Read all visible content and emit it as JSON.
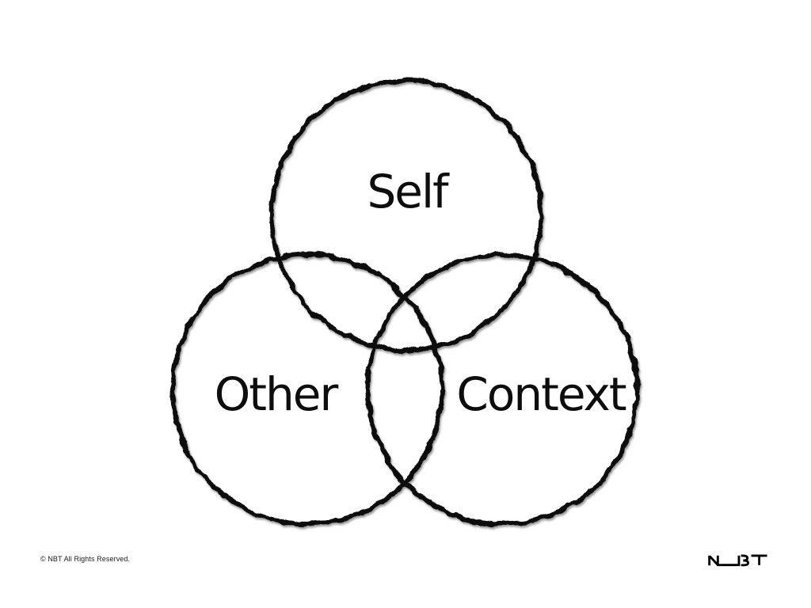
{
  "venn": {
    "type": "venn-3-circle",
    "circles": [
      {
        "label": "Self",
        "position": "top"
      },
      {
        "label": "Other",
        "position": "bottom-left"
      },
      {
        "label": "Context",
        "position": "bottom-right"
      }
    ]
  },
  "footer": {
    "copyright": "© NBT All Rights Reserved.",
    "logo_icon": "nbt-logo",
    "logo_text": "NBT"
  },
  "colors": {
    "background": "#ffffff",
    "ink": "#0b0b0b",
    "label_text": "#0d0d0d"
  }
}
